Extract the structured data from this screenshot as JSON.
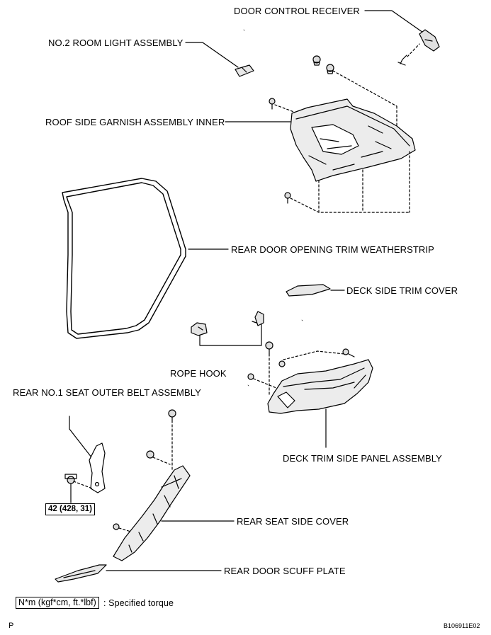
{
  "labels": {
    "door_control_receiver": "DOOR CONTROL RECEIVER",
    "no2_room_light": "NO.2 ROOM LIGHT ASSEMBLY",
    "roof_side_garnish": "ROOF SIDE GARNISH ASSEMBLY INNER",
    "rear_door_weatherstrip": "REAR DOOR OPENING TRIM WEATHERSTRIP",
    "deck_side_trim_cover": "DECK SIDE TRIM COVER",
    "rope_hook": "ROPE HOOK",
    "rear_seat_belt": "REAR NO.1 SEAT OUTER BELT ASSEMBLY",
    "deck_trim_side_panel": "DECK TRIM SIDE PANEL ASSEMBLY",
    "rear_seat_side_cover": "REAR SEAT SIDE COVER",
    "rear_door_scuff": "REAR DOOR SCUFF PLATE"
  },
  "torque": {
    "value": "42 (428, 31)",
    "legend_box": "N*m (kgf*cm, ft.*lbf)",
    "legend_text": ": Specified torque"
  },
  "footer": {
    "left": "P",
    "code": "B106911E02"
  }
}
